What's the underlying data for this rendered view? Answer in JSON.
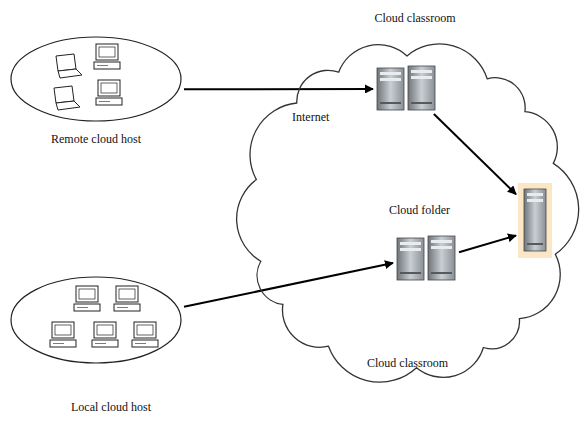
{
  "diagram": {
    "nodes": [
      {
        "text": [
          "Internet"
        ]
      },
      {
        "text": [
          "Cloud classroom"
        ],
        "in": 0
      },
      {
        "text": [
          "Cloud folder"
        ],
        "in": 0
      },
      {
        "text": [
          "Cloud classroom"
        ],
        "in": 0
      },
      {
        "text": [
          "Remote cloud host"
        ]
      },
      {
        "text": [
          "Local cloud host"
        ]
      }
    ],
    "edges": [
      {
        "from": 4,
        "to": 1,
        "arrow": "to"
      },
      {
        "from": 1,
        "to": 2,
        "arrow": "to"
      },
      {
        "from": 3,
        "to": 2,
        "arrow": "to"
      },
      {
        "from": 5,
        "to": 3,
        "arrow": "to"
      }
    ]
  }
}
